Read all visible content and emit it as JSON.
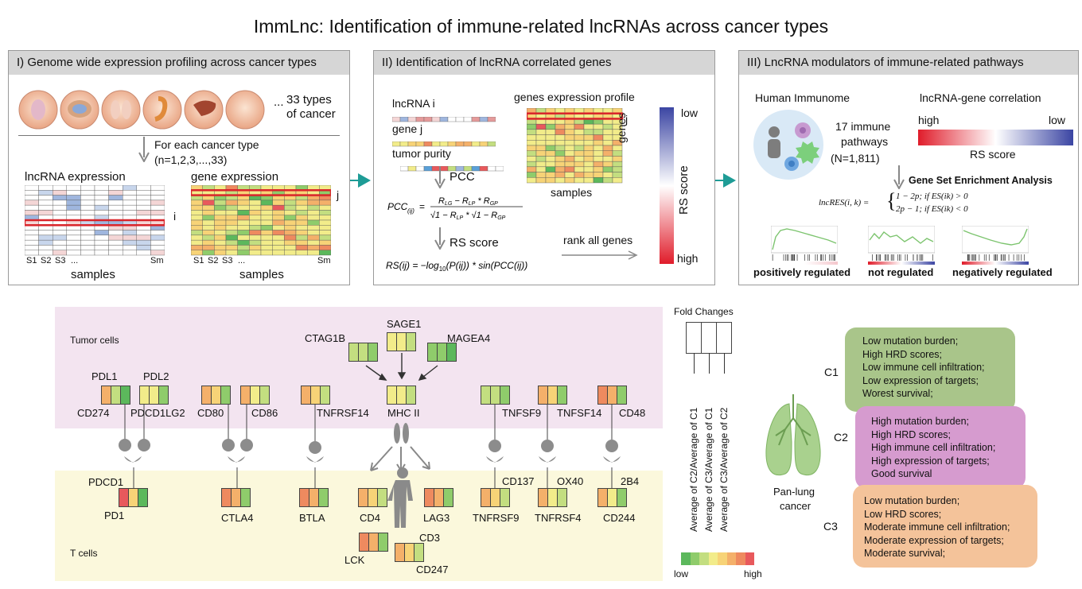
{
  "title": "ImmLnc: Identification of immune-related lncRNAs across cancer types",
  "panel1": {
    "header": "I) Genome wide expression profiling across cancer types",
    "types_ellipsis": "...",
    "types_text_1": "33 types",
    "types_text_2": "of cancer",
    "for_each_1": "For each cancer type",
    "for_each_2": "(n=1,2,3,...,33)",
    "lnc_label": "lncRNA expression",
    "gene_label": "gene expression",
    "row_i": "i",
    "row_j": "j",
    "samples": "samples",
    "s1": "S1",
    "s2": "S2",
    "s3": "S3",
    "dots": "...",
    "sm": "Sm"
  },
  "panel2": {
    "header": "II) Identification of lncRNA correlated genes",
    "lncrna_i": "lncRNA i",
    "gene_j": "gene j",
    "tumor_purity": "tumor purity",
    "profile_label": "genes expression profile",
    "row_j": "j",
    "genes": "genes",
    "samples": "samples",
    "pcc": "PCC",
    "rs_score_step": "RS score",
    "rank_all": "rank all genes",
    "pcc_formula": "PCC(ij) = (R_LG − R_LP * R_GP) / (√(1−R²_LP) * √(1−R²_GP))",
    "rs_formula": "RS(ij) = −log10(P(ij)) * sin(PCC(ij))",
    "scale_low": "low",
    "scale_high": "high",
    "scale_title": "RS score"
  },
  "panel3": {
    "header": "III) LncRNA modulators of immune-related pathways",
    "immunome": "Human Immunome",
    "pathways_1": "17 immune",
    "pathways_2": "pathways",
    "pathways_3": "(N=1,811)",
    "corr_title": "lncRNA-gene correlation",
    "corr_high": "high",
    "corr_low": "low",
    "rs_score": "RS score",
    "gsea": "Gene Set Enrichment Analysis",
    "formula_lhs": "lncRES(i, k) =",
    "formula_case1": "1 − 2p; if ES(ik) > 0",
    "formula_case2": "2p − 1; if ES(ik) < 0",
    "pos": "positively regulated",
    "not": "not regulated",
    "neg": "negatively regulated"
  },
  "bottom": {
    "tumor_cells": "Tumor cells",
    "t_cells": "T cells",
    "pdl1": "PDL1",
    "pdl2": "PDL2",
    "cd274": "CD274",
    "pdcd1lg2": "PDCD1LG2",
    "cd80": "CD80",
    "cd86": "CD86",
    "tnfrsf14": "TNFRSF14",
    "ctag1b": "CTAG1B",
    "sage1": "SAGE1",
    "magea4": "MAGEA4",
    "mhc2": "MHC II",
    "tnfsf9": "TNFSF9",
    "tnfsf14": "TNFSF14",
    "cd48": "CD48",
    "pdcd1": "PDCD1",
    "pd1": "PD1",
    "ctla4": "CTLA4",
    "btla": "BTLA",
    "cd4": "CD4",
    "lag3": "LAG3",
    "cd3": "CD3",
    "lck": "LCK",
    "cd247": "CD247",
    "cd137": "CD137",
    "tnfrsf9": "TNFRSF9",
    "ox40": "OX40",
    "tnfrsf4": "TNFRSF4",
    "b24": "2B4",
    "cd244": "CD244"
  },
  "legend": {
    "fold_changes": "Fold Changes",
    "c2c1": "Average of C2/Average of C1",
    "c3c1": "Average of C3/Average of C1",
    "c3c2": "Average of C3/Average of C2",
    "low": "low",
    "high": "high",
    "scale_colors": [
      "#5cb85c",
      "#8fcc6b",
      "#c3de80",
      "#f2ec8a",
      "#f7d377",
      "#f4b06a",
      "#ee8a5f",
      "#e8595c"
    ]
  },
  "clusters": {
    "pan_lung_1": "Pan-lung",
    "pan_lung_2": "cancer",
    "c1": {
      "label": "C1",
      "color": "#a9c58a",
      "lines": [
        "Low mutation burden;",
        "High HRD scores;",
        "Low immune cell infiltration;",
        "Low expression of targets;",
        "Worest survival;"
      ]
    },
    "c2": {
      "label": "C2",
      "color": "#d69bcf",
      "lines": [
        "High mutation burden;",
        "High HRD scores;",
        "High immune cell infiltration;",
        "High expression of targets;",
        "Good survival"
      ]
    },
    "c3": {
      "label": "C3",
      "color": "#f4c39a",
      "lines": [
        "Low mutation burden;",
        "Low HRD scores;",
        "Moderate immune cell infiltration;",
        "Moderate expression of targets;",
        "Moderate survival;"
      ]
    }
  }
}
